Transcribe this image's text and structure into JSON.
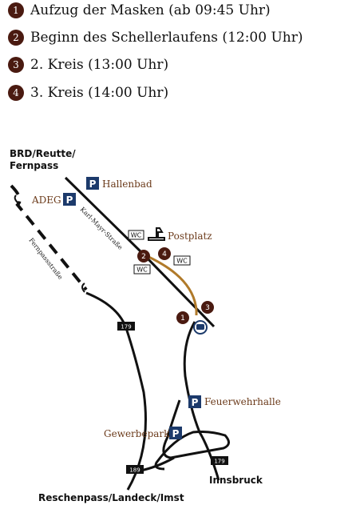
{
  "legend": [
    {
      "num": "1",
      "label": "Aufzug der Masken (ab 09:45 Uhr)"
    },
    {
      "num": "2",
      "label": "Beginn des Schellerlaufens (12:00 Uhr)"
    },
    {
      "num": "3",
      "label": "2. Kreis (13:00 Uhr)"
    },
    {
      "num": "4",
      "label": "3. Kreis (14:00 Uhr)"
    }
  ],
  "map": {
    "destinations": {
      "north_line1": "BRD/Reutte/",
      "north_line2": "Fernpass",
      "east": "Innsbruck",
      "south": "Reschenpass/Landeck/Imst"
    },
    "places": {
      "hallenbad": "Hallenbad",
      "adeg": "ADEG",
      "postplatz": "Postplatz",
      "feuerwehrhalle": "Feuerwehrhalle",
      "gewerbepark": "Gewerbepark"
    },
    "streets": {
      "karl_mayr": "Karl-Mayr-Straße",
      "fernpass": "Fernpassstraße"
    },
    "road_numbers": {
      "north": "179",
      "east": "179",
      "south": "189"
    },
    "parking_label": "P",
    "wc_label": "WC",
    "pins": [
      "1",
      "2",
      "3",
      "4"
    ],
    "colors": {
      "route": "#b07a2a",
      "pin": "#4a1a10",
      "parking": "#1c3a6b",
      "label_brown": "#6b3a1a"
    }
  }
}
